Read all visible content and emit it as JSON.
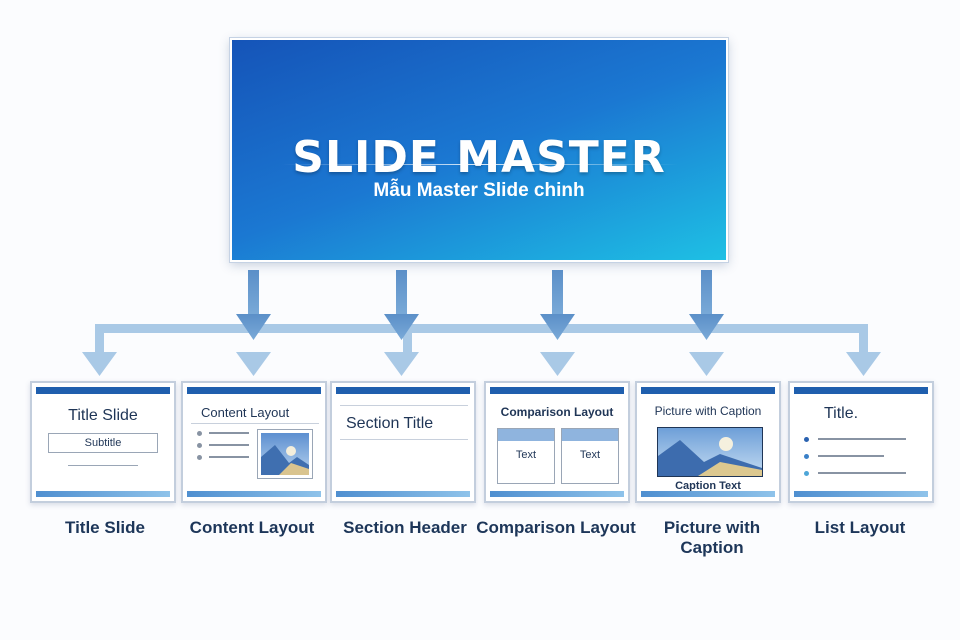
{
  "master": {
    "title": "SLIDE MASTER",
    "subtitle": "Mẫu Master Slide chinh"
  },
  "layouts": [
    {
      "caption": "Title Slide",
      "card_title": "Title Slide",
      "subtitle": "Subtitle"
    },
    {
      "caption": "Content Layout",
      "card_title": "Content Layout",
      "bullets": 3,
      "has_picture": true
    },
    {
      "caption": "Section Header",
      "card_title": "Section Title"
    },
    {
      "caption": "Comparison Layout",
      "card_title": "Comparison Layout",
      "columns": [
        "Text",
        "Text"
      ]
    },
    {
      "caption": "Picture with Caption",
      "card_title": "Picture with Caption",
      "picture_caption": "Caption Text"
    },
    {
      "caption": "List Layout",
      "card_title": "Title.",
      "bullets": 3
    }
  ],
  "colors": {
    "master_gradient_start": "#1554b8",
    "master_gradient_end": "#1ec0e4",
    "connector_light": "#a9c9e6",
    "connector_dark": "#6e9fd0",
    "layout_top_bar": "#1f5fae",
    "caption_text": "#1d3659"
  },
  "icons": {
    "picture": "image-landscape-icon",
    "arrows": "arrow-down-icon"
  }
}
